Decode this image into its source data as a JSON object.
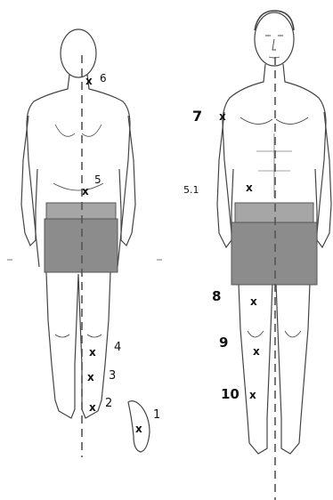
{
  "figure": {
    "shorts_color": "#8c8c8c",
    "line_color": "#555555",
    "marker_symbol": "x"
  },
  "back_view": {
    "points": [
      {
        "label": "6",
        "marker": "x"
      },
      {
        "label": "5",
        "marker": "x"
      },
      {
        "label": "4",
        "marker": "x"
      },
      {
        "label": "3",
        "marker": "x"
      },
      {
        "label": "2",
        "marker": "x"
      },
      {
        "label": "1",
        "marker": "x"
      }
    ]
  },
  "front_view": {
    "points": [
      {
        "label": "7",
        "marker": "x"
      },
      {
        "label": "5.1",
        "marker": "x"
      },
      {
        "label": "8",
        "marker": "x"
      },
      {
        "label": "9",
        "marker": "x"
      },
      {
        "label": "10",
        "marker": "x"
      }
    ]
  }
}
